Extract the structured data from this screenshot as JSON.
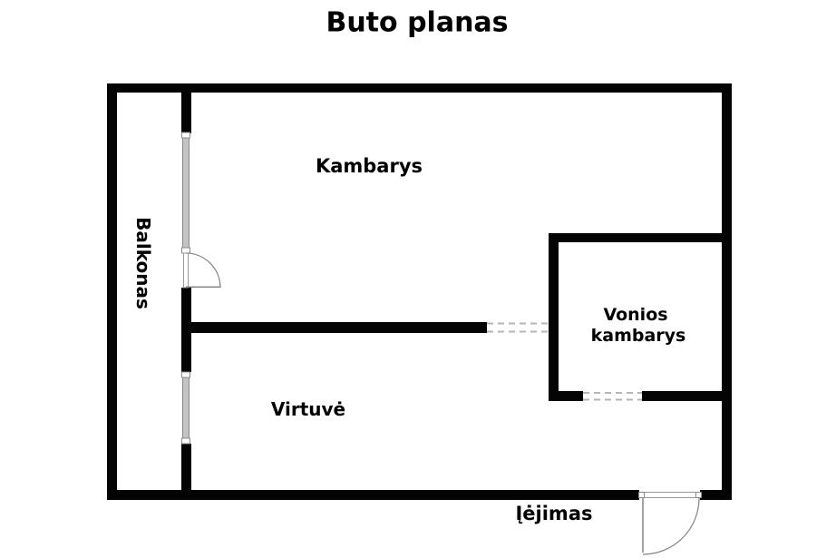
{
  "title": "Buto planas",
  "rooms": {
    "kambarys": {
      "label": "Kambarys"
    },
    "balkonas": {
      "label": "Balkonas"
    },
    "virtuve": {
      "label": "Virtuvė"
    },
    "vonios": {
      "label_line1": "Vonios",
      "label_line2": "kambarys"
    },
    "iejimas": {
      "label": "Įėjimas"
    }
  },
  "colors": {
    "wall": "#040404",
    "window_fill": "#c3c3c3",
    "window_stroke": "#8a8a8a",
    "door_stroke": "#8a8a8a",
    "opening_dash": "#b5b5b5",
    "text": "#000000",
    "background": "#ffffff"
  }
}
